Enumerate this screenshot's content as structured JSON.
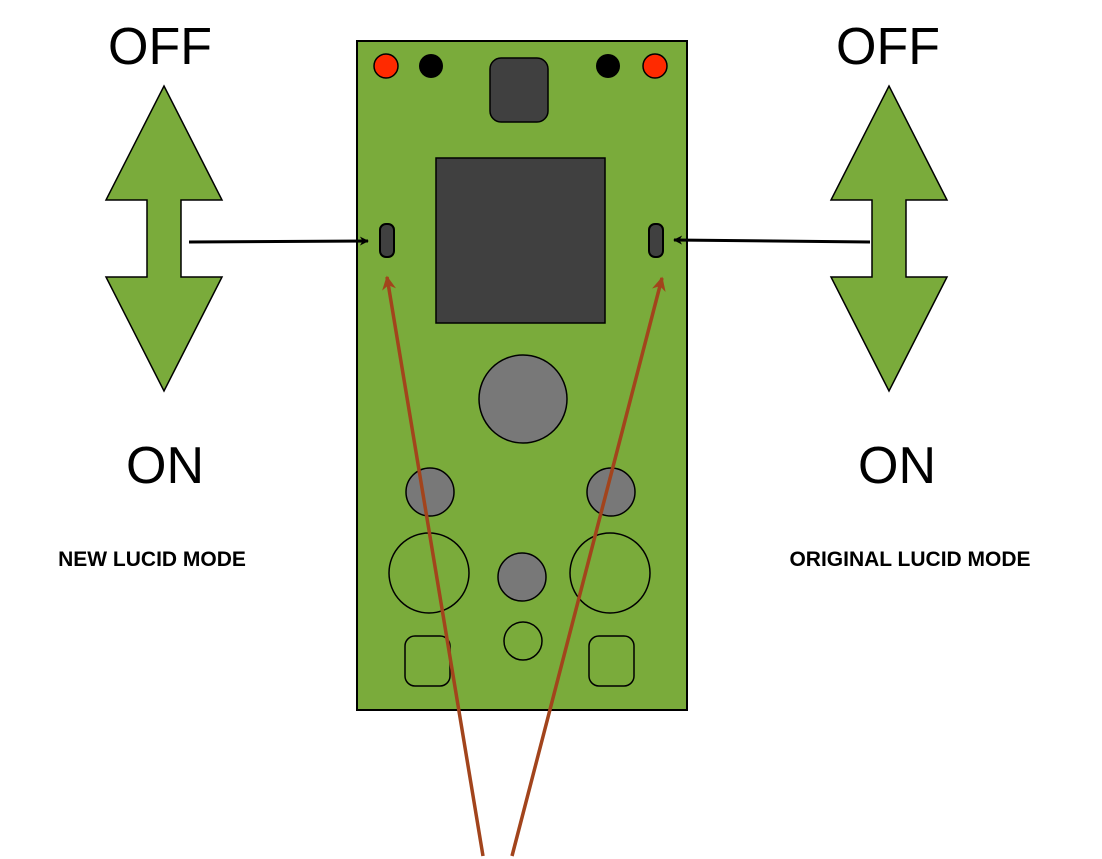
{
  "left_switch": {
    "off_label": "OFF",
    "on_label": "ON",
    "mode_label": "NEW LUCID MODE"
  },
  "right_switch": {
    "off_label": "OFF",
    "on_label": "ON",
    "mode_label": "ORIGINAL LUCID MODE"
  },
  "colors": {
    "board": "#7aab3b",
    "board_outline": "#000000",
    "arrow_fill": "#7aab3b",
    "screen": "#404040",
    "knob": "#787878",
    "led": "#ff2a00",
    "jack_dark": "#000000",
    "pointer_arrow": "#a2441c",
    "leader_line": "#000000"
  }
}
